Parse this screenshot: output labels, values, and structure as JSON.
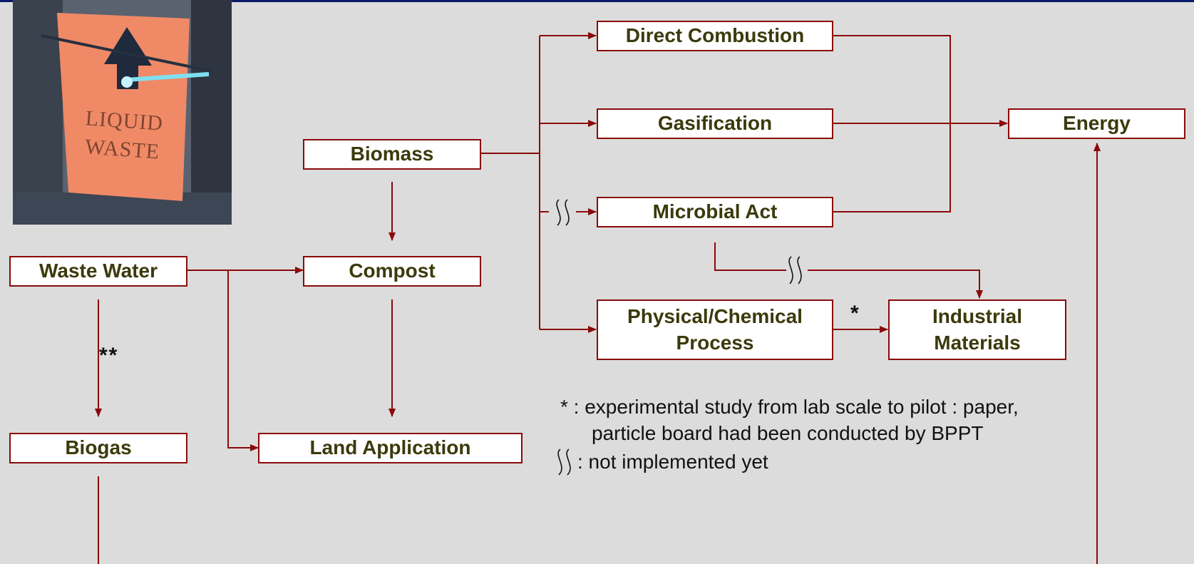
{
  "photo": {
    "label": "LIQUID\nWASTE"
  },
  "boxes": {
    "direct_combustion": "Direct Combustion",
    "gasification": "Gasification",
    "energy": "Energy",
    "biomass": "Biomass",
    "microbial_act": "Microbial Act",
    "waste_water": "Waste Water",
    "compost": "Compost",
    "physical_chemical": "Physical/Chemical\nProcess",
    "industrial_materials": "Industrial\nMaterials",
    "biogas": "Biogas",
    "land_application": "Land Application"
  },
  "marks": {
    "single_star": "*",
    "double_star": "**"
  },
  "legend": {
    "line1": "* : experimental study from lab scale to pilot : paper,",
    "line2": "particle board had been conducted by BPPT",
    "line3": ": not implemented yet"
  },
  "colors": {
    "line": "#8b0a0a",
    "box_text": "#3b3a0c",
    "background": "#dcdcdc",
    "topbar": "#0a1a6b"
  }
}
